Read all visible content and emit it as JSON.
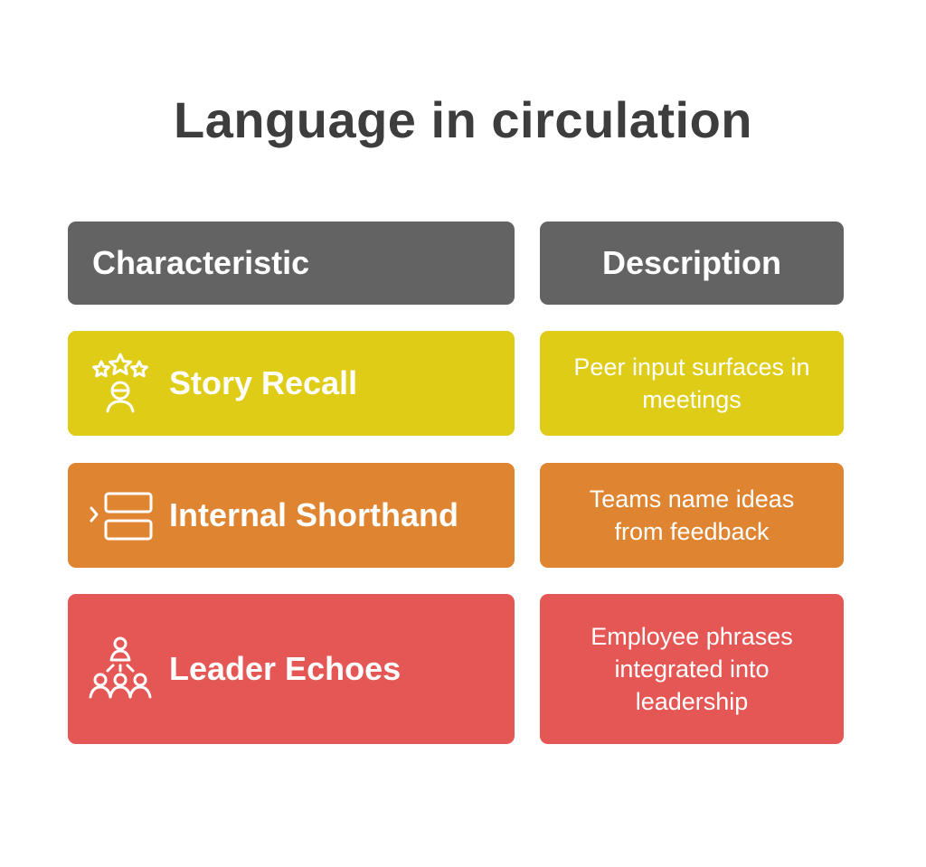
{
  "title": "Language in circulation",
  "headers": {
    "characteristic": "Characteristic",
    "description": "Description"
  },
  "rows": [
    {
      "characteristic": "Story Recall",
      "icon": "stars-person-icon",
      "description": "Peer input surfaces in meetings",
      "color": "#dfcc16"
    },
    {
      "characteristic": "Internal Shorthand",
      "icon": "list-chevron-icon",
      "description": "Teams name ideas from feedback",
      "color": "#df8430"
    },
    {
      "characteristic": "Leader Echoes",
      "icon": "leader-group-icon",
      "description": "Employee phrases integrated into leadership",
      "color": "#e55754"
    }
  ],
  "colors": {
    "header": "#636363",
    "title": "#3d3d3d"
  }
}
